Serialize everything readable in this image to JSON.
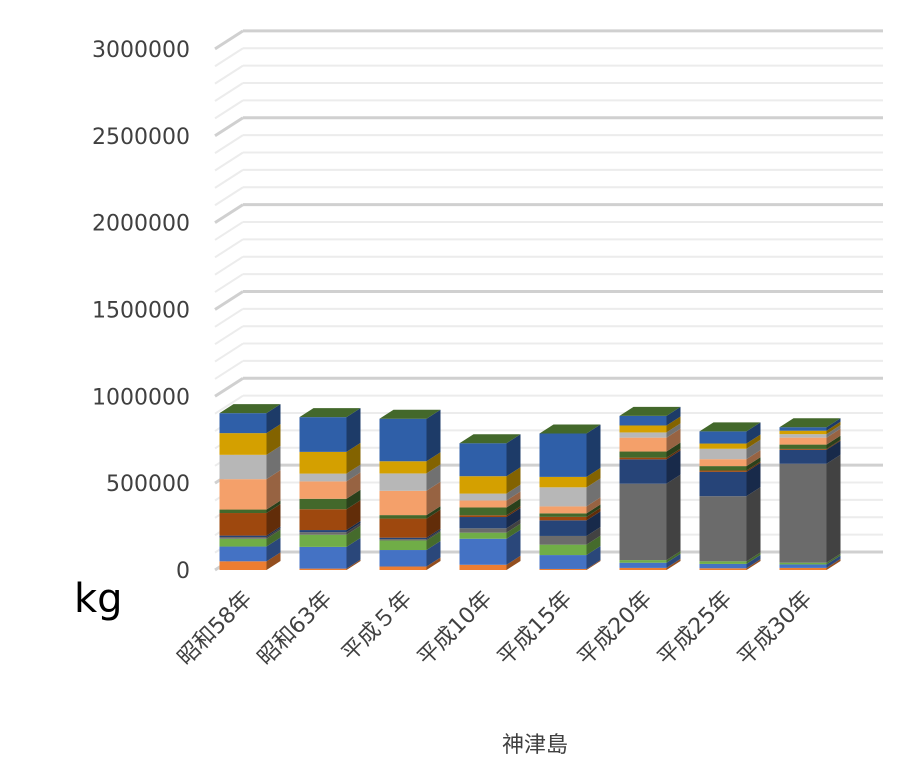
{
  "chart_data": {
    "type": "bar",
    "stacked": true,
    "style": "3d",
    "categories": [
      "昭和58年",
      "昭和63年",
      "平成５年",
      "平成10年",
      "平成15年",
      "平成20年",
      "平成25年",
      "平成30年"
    ],
    "xlabel": "神津島",
    "ylabel": "kg",
    "ylim": [
      0,
      3000000
    ],
    "y_ticks": [
      "0",
      "500000",
      "1000000",
      "1500000",
      "2000000",
      "2500000",
      "3000000"
    ],
    "grid": true,
    "series": [
      {
        "color": "#ed7d31",
        "values": [
          50000,
          8000,
          20000,
          30000,
          6000,
          12000,
          10000,
          12000
        ]
      },
      {
        "color": "#4472c4",
        "values": [
          85000,
          125000,
          95000,
          150000,
          80000,
          30000,
          25000,
          20000
        ]
      },
      {
        "color": "#70ad47",
        "values": [
          45000,
          70000,
          55000,
          35000,
          60000,
          15000,
          15000,
          10000
        ]
      },
      {
        "color": "#6b6b6b",
        "values": [
          10000,
          15000,
          8000,
          25000,
          50000,
          440000,
          375000,
          570000
        ]
      },
      {
        "color": "#264478",
        "values": [
          8000,
          12000,
          8000,
          65000,
          90000,
          140000,
          140000,
          80000
        ]
      },
      {
        "color": "#9e480e",
        "values": [
          130000,
          120000,
          110000,
          10000,
          20000,
          10000,
          8000,
          5000
        ]
      },
      {
        "color": "#43682b",
        "values": [
          20000,
          60000,
          20000,
          45000,
          20000,
          35000,
          25000,
          25000
        ]
      },
      {
        "color": "#f4a06a",
        "values": [
          175000,
          100000,
          140000,
          40000,
          40000,
          80000,
          40000,
          40000
        ]
      },
      {
        "color": "#b7b7b7",
        "values": [
          140000,
          45000,
          100000,
          40000,
          110000,
          30000,
          60000,
          20000
        ]
      },
      {
        "color": "#d4a000",
        "values": [
          125000,
          125000,
          70000,
          100000,
          60000,
          40000,
          30000,
          20000
        ]
      },
      {
        "color": "#2f5fa8",
        "values": [
          115000,
          200000,
          245000,
          190000,
          250000,
          55000,
          70000,
          20000
        ]
      }
    ]
  }
}
